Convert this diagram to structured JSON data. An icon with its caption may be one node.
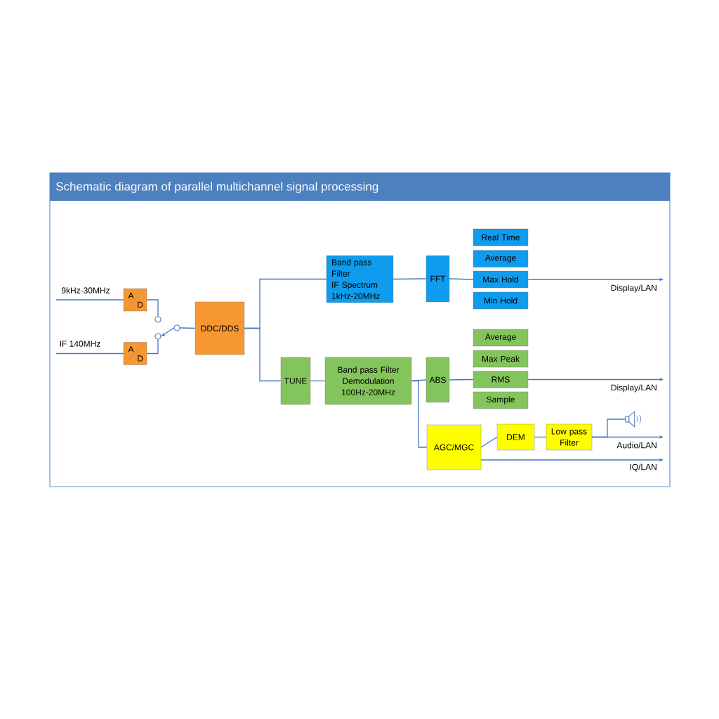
{
  "diagram": {
    "title": "Schematic diagram of parallel multichannel signal processing",
    "nodes": [
      {
        "text": [
          "A",
          "D"
        ]
      },
      {
        "text": [
          "A",
          "D"
        ]
      },
      {
        "text": [],
        "shape": "circle"
      },
      {
        "text": [],
        "shape": "circle"
      },
      {
        "text": [],
        "shape": "circle"
      },
      {
        "text": [
          "DDC/DDS"
        ]
      },
      {
        "text": [
          "Band pass Filter",
          "IF Spectrum",
          "1kHz-20MHz"
        ]
      },
      {
        "text": [
          "FFT"
        ]
      },
      {
        "text": [
          "Real Time"
        ]
      },
      {
        "text": [
          "Average"
        ]
      },
      {
        "text": [
          "Max Hold"
        ]
      },
      {
        "text": [
          "Min Hold"
        ]
      },
      {
        "text": [
          "TUNE"
        ]
      },
      {
        "text": [
          "Band pass Filter",
          "Demodulation",
          "100Hz-20MHz"
        ]
      },
      {
        "text": [
          "ABS"
        ]
      },
      {
        "text": [
          "Average"
        ]
      },
      {
        "text": [
          "Max Peak"
        ]
      },
      {
        "text": [
          "RMS"
        ]
      },
      {
        "text": [
          "Sample"
        ]
      },
      {
        "text": [
          "AGC/MGC"
        ]
      },
      {
        "text": [
          "DEM"
        ]
      },
      {
        "text": [
          "Low pass Filter"
        ]
      },
      {
        "text": [],
        "shape": "speaker"
      }
    ],
    "edges": [
      {
        "from": null,
        "to": 0,
        "arrow": "none",
        "label": "9kHz-30MHz"
      },
      {
        "from": null,
        "to": 1,
        "arrow": "none",
        "label": "IF 140MHz"
      },
      {
        "from": 0,
        "to": 2,
        "arrow": "none"
      },
      {
        "from": 1,
        "to": 3,
        "arrow": "none"
      },
      {
        "from": 4,
        "to": 3,
        "arrow": "to"
      },
      {
        "from": 4,
        "to": 5,
        "arrow": "none"
      },
      {
        "from": 5,
        "to": 6,
        "arrow": "none"
      },
      {
        "from": 5,
        "to": 12,
        "arrow": "none"
      },
      {
        "from": 6,
        "to": 7,
        "arrow": "none"
      },
      {
        "from": 7,
        "to": 10,
        "arrow": "none"
      },
      {
        "from": 10,
        "to": null,
        "arrow": "to",
        "label": "Display/LAN"
      },
      {
        "from": 12,
        "to": 13,
        "arrow": "none"
      },
      {
        "from": 13,
        "to": 14,
        "arrow": "none"
      },
      {
        "from": 14,
        "to": 17,
        "arrow": "none"
      },
      {
        "from": 17,
        "to": null,
        "arrow": "to",
        "label": "Display/LAN"
      },
      {
        "from": 13,
        "to": 19,
        "arrow": "none"
      },
      {
        "from": 19,
        "to": 20,
        "arrow": "none"
      },
      {
        "from": 20,
        "to": 21,
        "arrow": "none"
      },
      {
        "from": 21,
        "to": null,
        "arrow": "to",
        "label": "Audio/LAN"
      },
      {
        "from": 21,
        "to": 22,
        "arrow": "none"
      },
      {
        "from": 19,
        "to": null,
        "arrow": "to",
        "label": "IQ/LAN"
      }
    ]
  }
}
